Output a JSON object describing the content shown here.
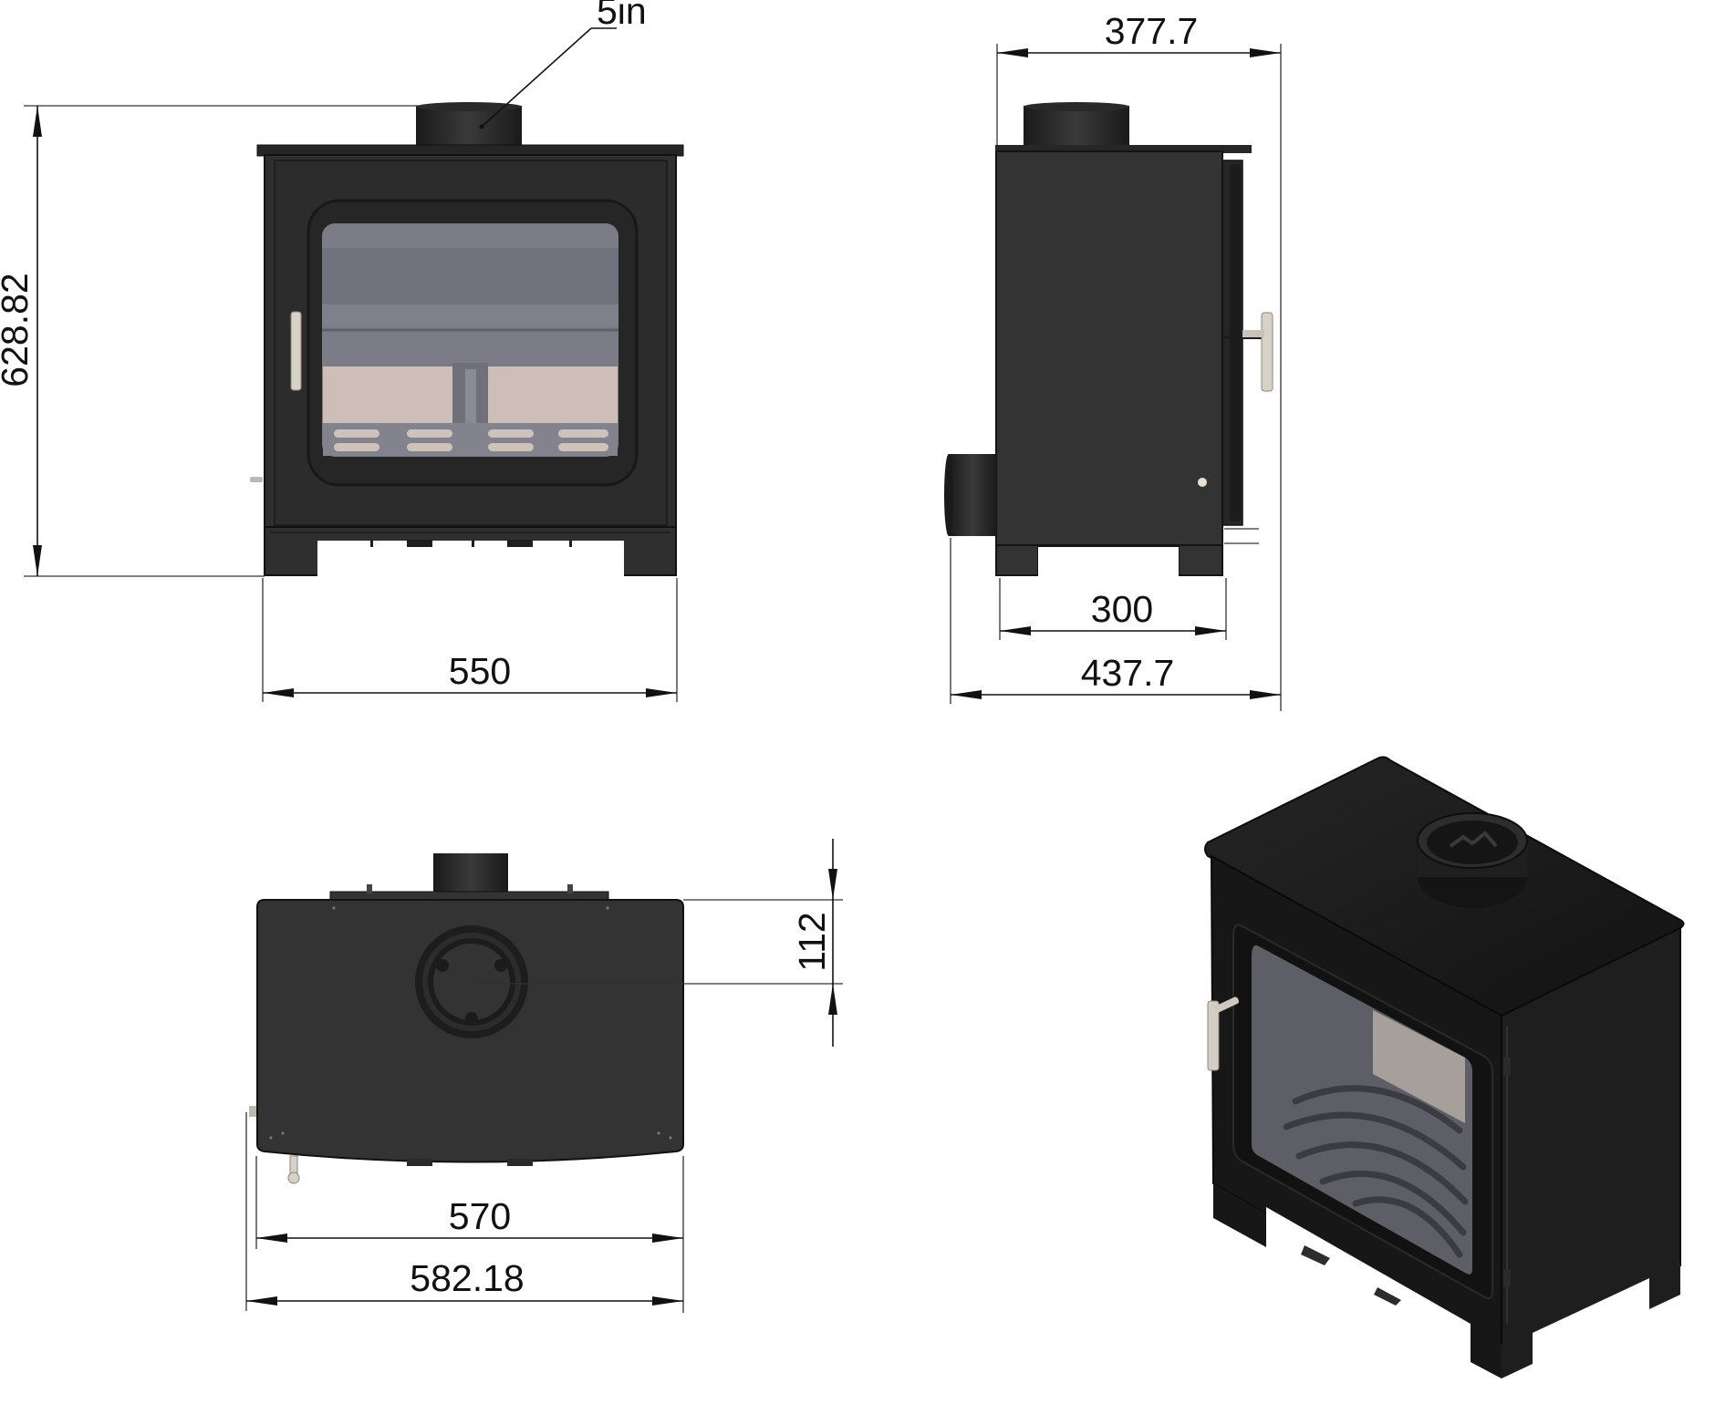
{
  "dimensions": {
    "flue": "5in",
    "front_height": "628.82",
    "front_width": "550",
    "side_depth_top": "377.7",
    "side_leg_span": "300",
    "side_depth_total": "437.7",
    "top_flue_offset": "112",
    "top_width": "570",
    "top_width_overall": "582.18"
  },
  "colors": {
    "body": "#2e2e2e",
    "body_dark": "#1c1c1c",
    "body_edge": "#111111",
    "glass": "#7a7b86",
    "glass_light": "#9a9ba5",
    "firebrick": "#c9bdb6",
    "handle": "#d7d0c6",
    "iso_face": "#161616",
    "iso_glass": "#5d5e64"
  },
  "views": [
    "front-elevation",
    "side-elevation",
    "top-plan",
    "isometric"
  ]
}
